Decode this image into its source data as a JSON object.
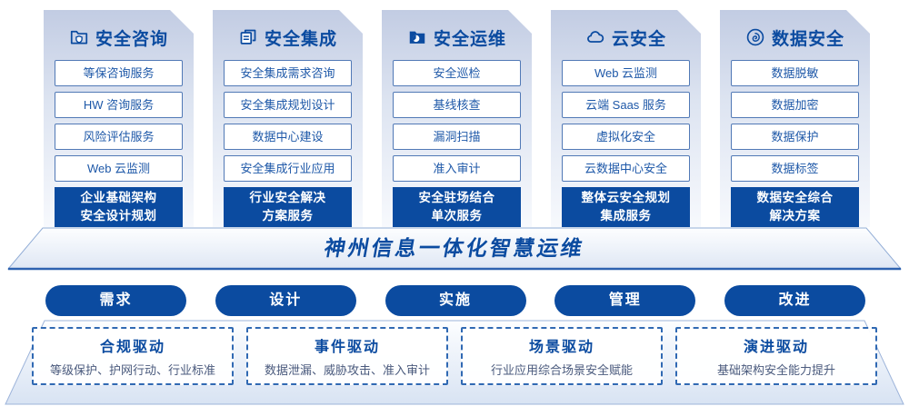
{
  "accent_color": "#0b4ba0",
  "columns": [
    {
      "icon": "folder-shield-icon",
      "title": "安全咨询",
      "items": [
        "等保咨询服务",
        "HW 咨询服务",
        "风险评估服务",
        "Web 云监测"
      ],
      "footer": [
        "企业基础架构",
        "安全设计规划"
      ]
    },
    {
      "icon": "copy-docs-icon",
      "title": "安全集成",
      "items": [
        "安全集成需求咨询",
        "安全集成规划设计",
        "数据中心建设",
        "安全集成行业应用"
      ],
      "footer": [
        "行业安全解决",
        "方案服务"
      ]
    },
    {
      "icon": "folder-clock-icon",
      "title": "安全运维",
      "items": [
        "安全巡检",
        "基线核查",
        "漏洞扫描",
        "准入审计"
      ],
      "footer": [
        "安全驻场结合",
        "单次服务"
      ]
    },
    {
      "icon": "cloud-icon",
      "title": "云安全",
      "items": [
        "Web 云监测",
        "云端 Saas 服务",
        "虚拟化安全",
        "云数据中心安全"
      ],
      "footer": [
        "整体云安全规划",
        "集成服务"
      ]
    },
    {
      "icon": "fingerprint-icon",
      "title": "数据安全",
      "items": [
        "数据脱敏",
        "数据加密",
        "数据保护",
        "数据标签"
      ],
      "footer": [
        "数据安全综合",
        "解决方案"
      ]
    }
  ],
  "banner": {
    "title": "神州信息一体化智慧运维"
  },
  "process_pills": [
    "需求",
    "设计",
    "实施",
    "管理",
    "改进"
  ],
  "drivers": [
    {
      "title": "合规驱动",
      "desc": "等级保护、护网行动、行业标准"
    },
    {
      "title": "事件驱动",
      "desc": "数据泄漏、威胁攻击、准入审计"
    },
    {
      "title": "场景驱动",
      "desc": "行业应用综合场景安全赋能"
    },
    {
      "title": "演进驱动",
      "desc": "基础架构安全能力提升"
    }
  ]
}
